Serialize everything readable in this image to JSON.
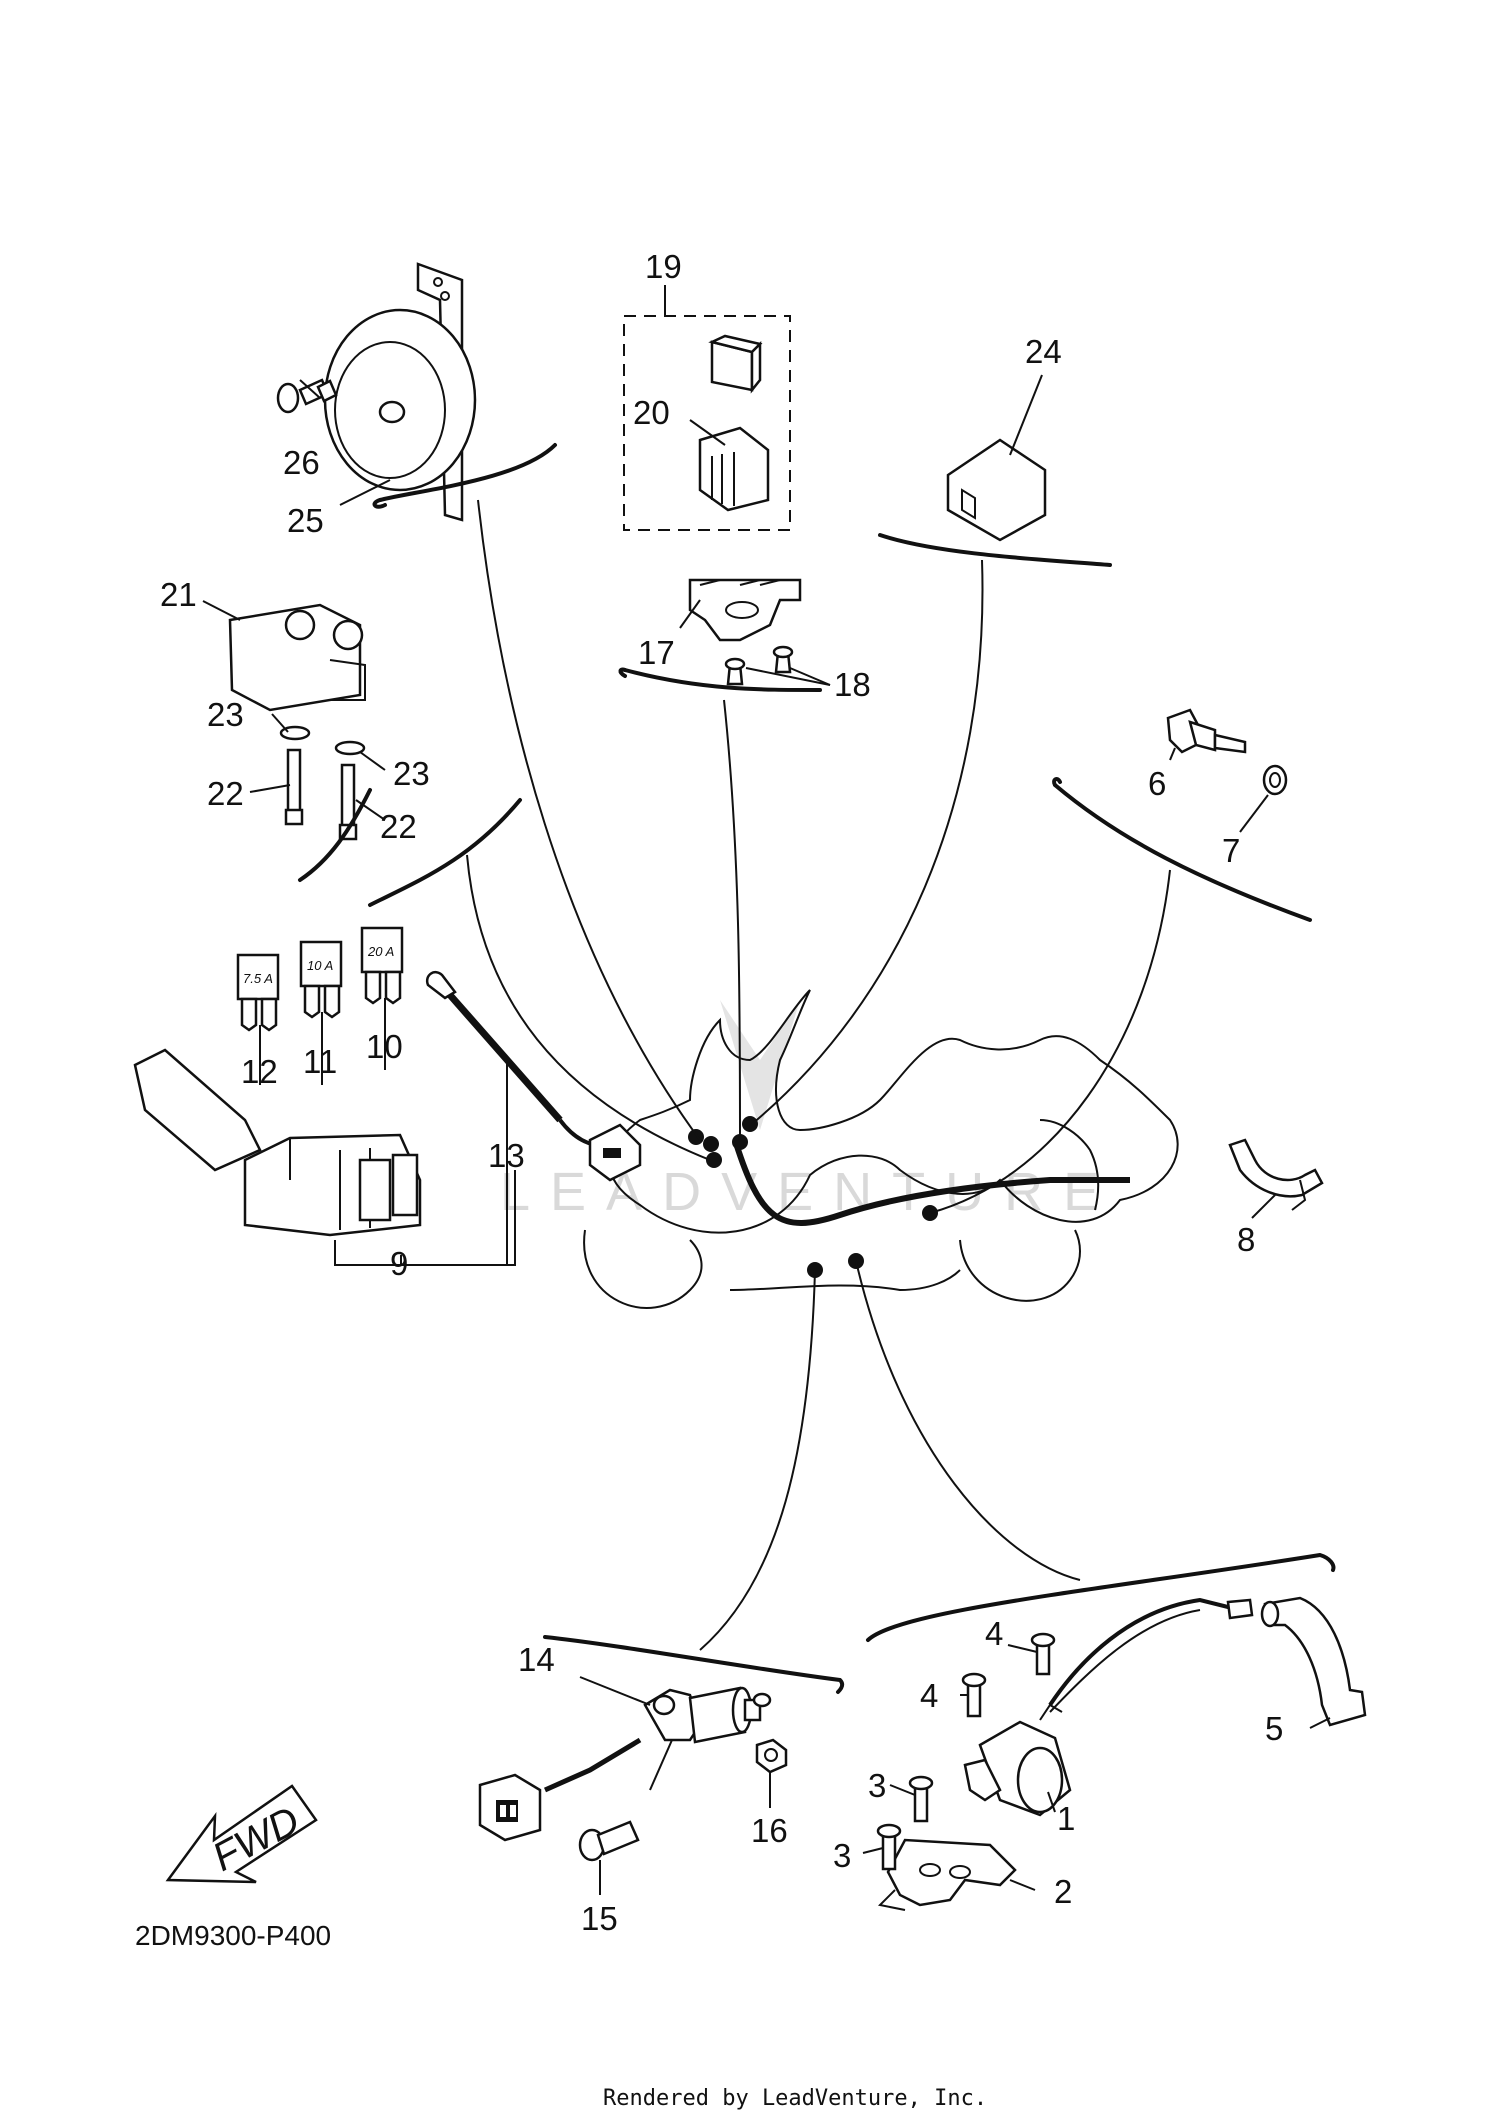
{
  "diagram": {
    "code": "2DM9300-P400",
    "footer": "Rendered by LeadVenture, Inc.",
    "watermark": "LEADVENTURE",
    "fwd_label": "FWD",
    "fuses": [
      "7.5 A",
      "10 A",
      "20 A"
    ],
    "callouts": {
      "c1": "1",
      "c2": "2",
      "c3a": "3",
      "c3b": "3",
      "c4a": "4",
      "c4b": "4",
      "c5": "5",
      "c6": "6",
      "c7": "7",
      "c8": "8",
      "c9": "9",
      "c10": "10",
      "c11": "11",
      "c12": "12",
      "c13": "13",
      "c14": "14",
      "c15": "15",
      "c16": "16",
      "c17": "17",
      "c18": "18",
      "c19": "19",
      "c20": "20",
      "c21": "21",
      "c22a": "22",
      "c22b": "22",
      "c23a": "23",
      "c23b": "23",
      "c24": "24",
      "c25": "25",
      "c26": "26"
    }
  }
}
